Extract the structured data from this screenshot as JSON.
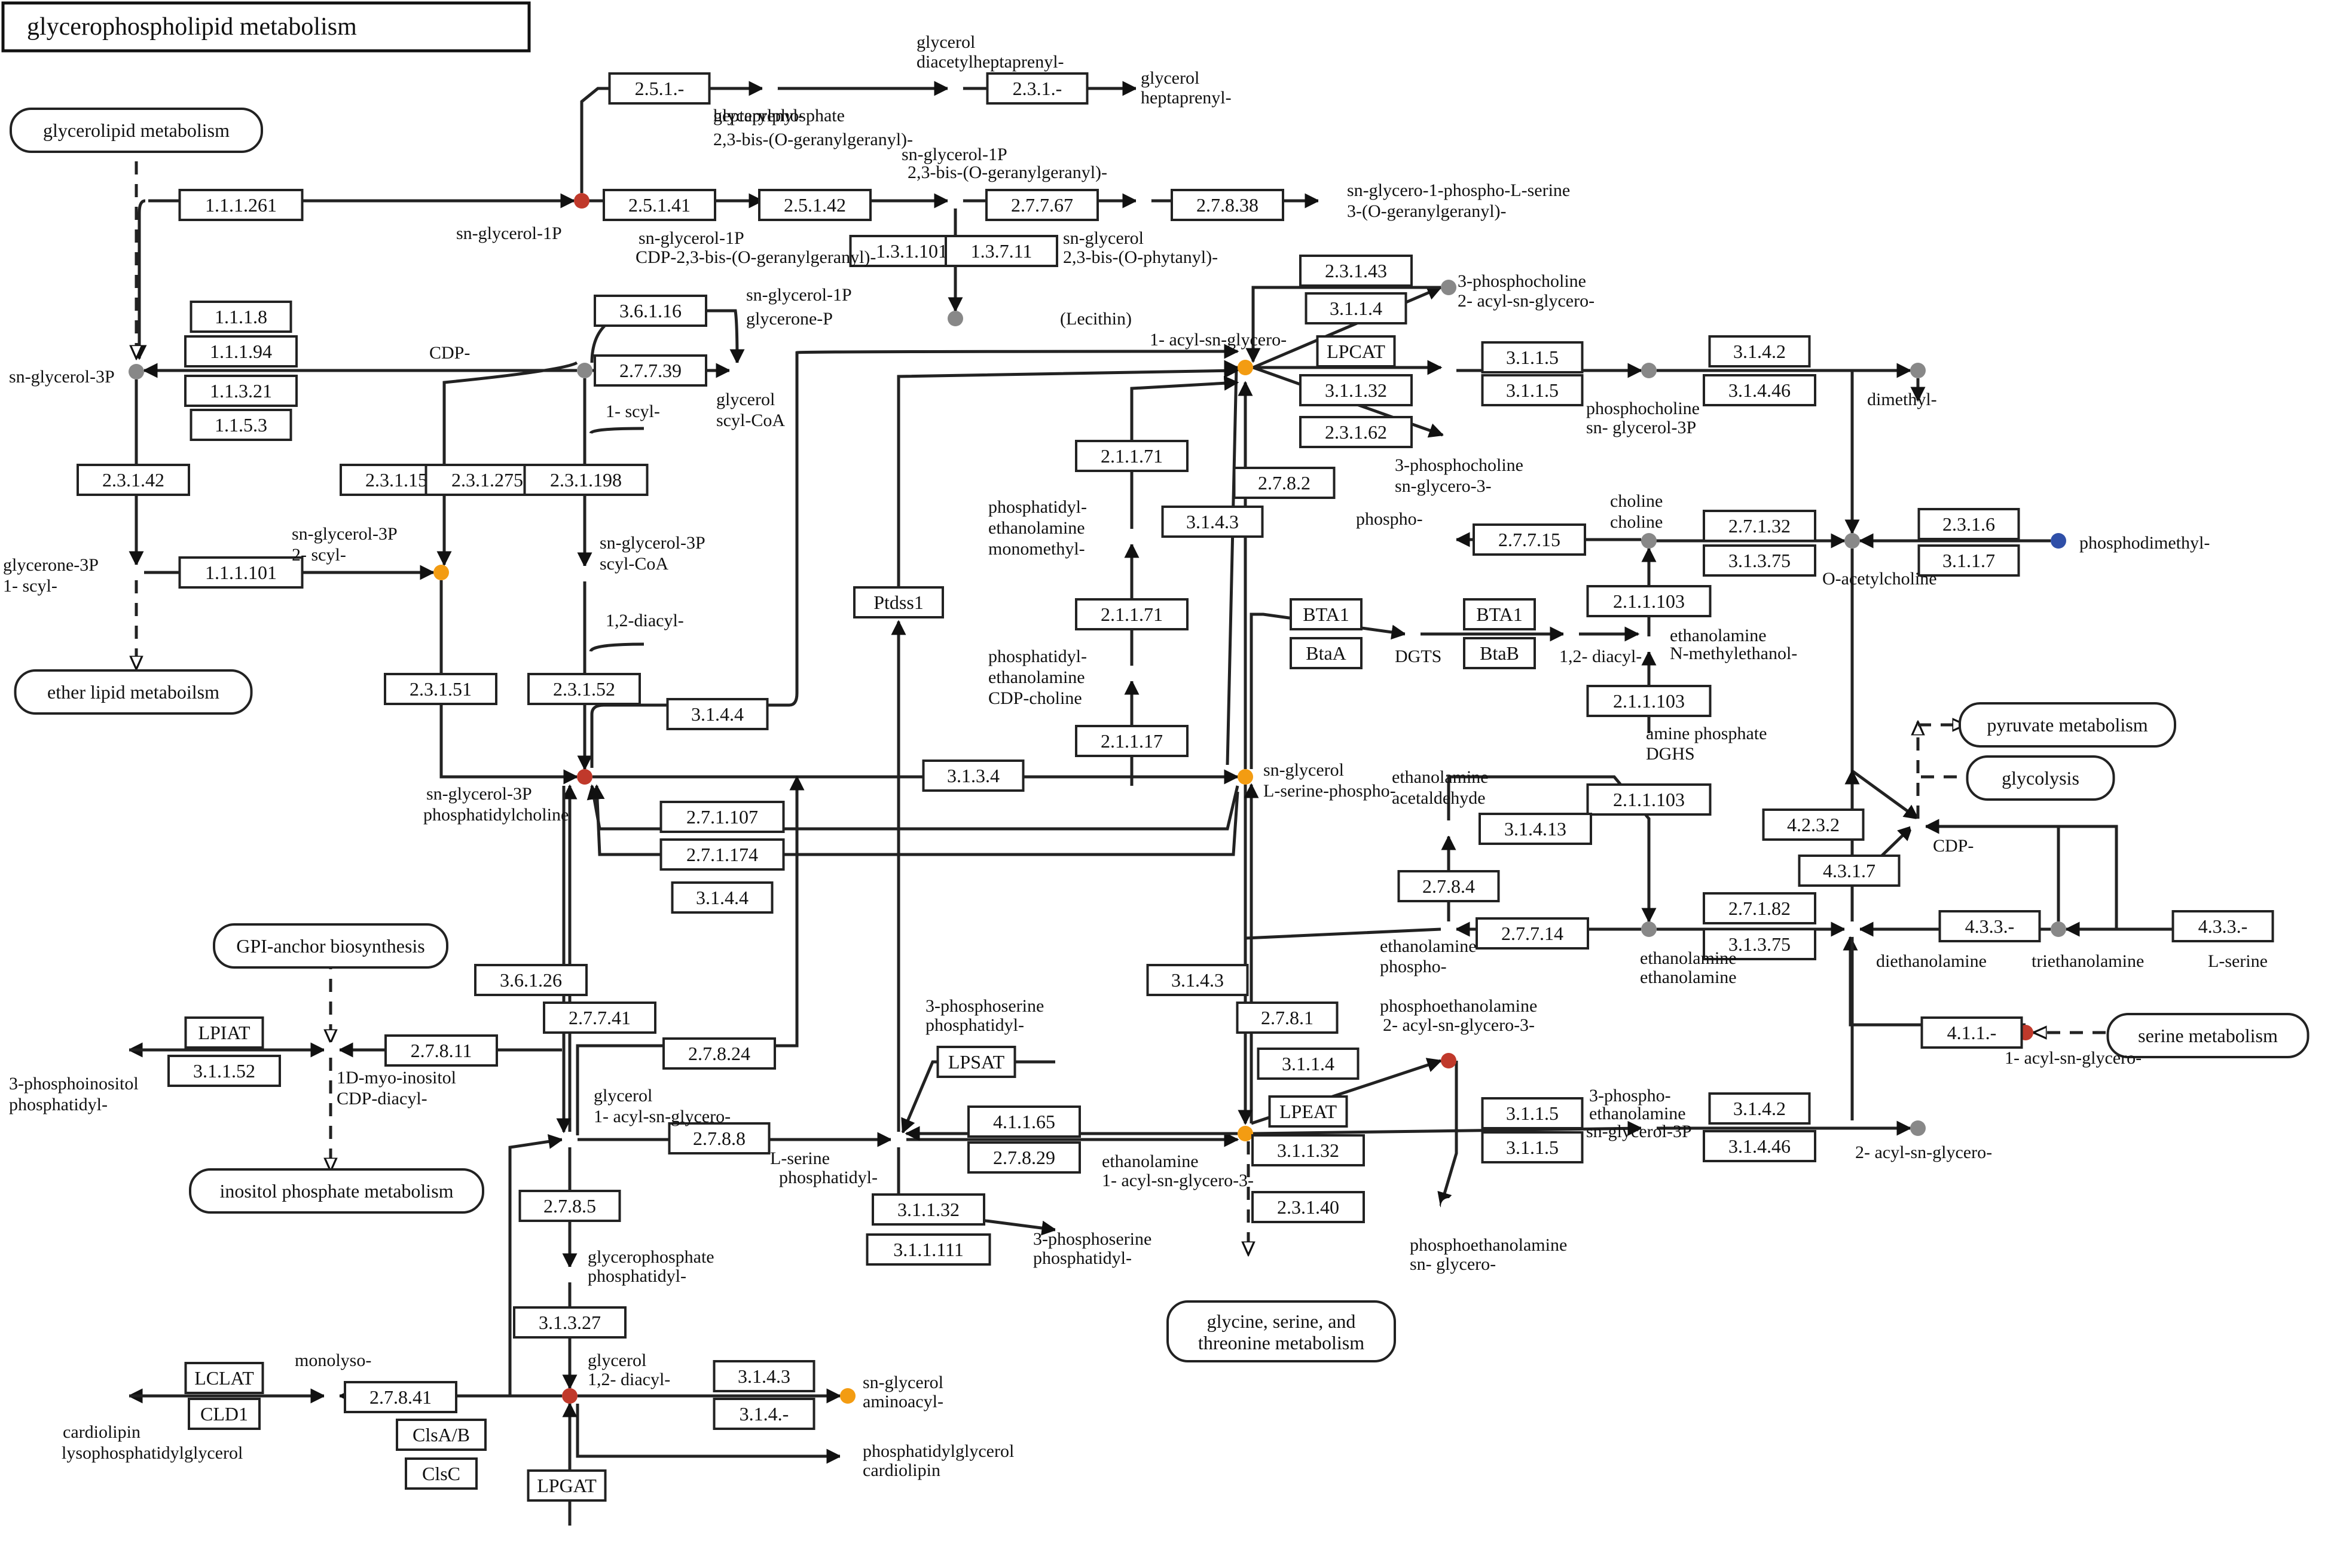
{
  "title": "glycerophospholipid metabolism",
  "colors": {
    "red": "#c0392b",
    "orange": "#f39c12",
    "gray": "#888888",
    "blue": "#2f4fa8",
    "white": "#ffffff"
  },
  "enzymes": [
    "2.5.1.-",
    "2.3.1.-",
    "1.1.1.261",
    "2.5.1.41",
    "2.5.1.42",
    "2.7.7.67",
    "2.7.8.38",
    "1.3.1.101",
    "1.3.7.11",
    "3.6.1.16",
    "1.1.1.8",
    "1.1.1.94",
    "1.1.3.21",
    "1.1.5.3",
    "2.7.7.39",
    "2.3.1.42",
    "2.3.1.15",
    "2.3.1.275",
    "2.3.1.198",
    "1.1.1.101",
    "2.3.1.51",
    "2.3.1.52",
    "3.1.4.4",
    "2.3.1.43",
    "3.1.1.4",
    "LPCAT",
    "3.1.1.32",
    "2.3.1.62",
    "3.1.1.5",
    "3.1.1.5",
    "3.1.4.2",
    "3.1.4.46",
    "2.1.1.71",
    "2.1.1.71",
    "2.1.1.17",
    "3.1.4.3",
    "2.7.8.2",
    "2.7.7.15",
    "2.7.1.32",
    "3.1.3.75",
    "2.3.1.6",
    "3.1.1.7",
    "2.1.1.103",
    "2.1.1.103",
    "2.1.1.103",
    "Ptdss1",
    "BTA1",
    "BtaA",
    "BTA1",
    "BtaB",
    "3.1.3.4",
    "2.7.1.107",
    "2.7.1.174",
    "3.1.4.4",
    "3.1.4.13",
    "2.7.8.4",
    "2.7.7.14",
    "4.2.3.2",
    "4.3.1.7",
    "2.7.1.82",
    "3.1.3.75",
    "4.3.3.-",
    "4.3.3.-",
    "LPIAT",
    "3.1.1.52",
    "2.7.8.11",
    "3.6.1.26",
    "2.7.7.41",
    "3.1.4.3",
    "2.7.8.1",
    "2.7.8.24",
    "LPSAT",
    "4.1.1.65",
    "2.7.8.29",
    "2.7.8.8",
    "3.1.1.4",
    "LPEAT",
    "3.1.1.32",
    "2.3.1.40",
    "3.1.1.5",
    "3.1.1.5",
    "3.1.4.2",
    "3.1.4.46",
    "4.1.1.-",
    "3.1.1.32",
    "3.1.1.111",
    "2.7.8.5",
    "3.1.3.27",
    "3.1.4.3",
    "3.1.4.-",
    "LCLAT",
    "CLD1",
    "2.7.8.41",
    "ClsA/B",
    "ClsC",
    "LPGAT"
  ],
  "compounds": [
    {
      "name": "sn-glycerol-1P",
      "color": "red"
    },
    {
      "name": "heptaprenylglycerylphosphate",
      "color": "white"
    },
    {
      "name": "heptaprenylglycerol",
      "color": "white"
    },
    {
      "name": "diacetylheptaprenylglycerol",
      "color": "white"
    },
    {
      "name": "3-(O-geranylgeranyl)-sn-glycerol-1P",
      "color": "gray"
    },
    {
      "name": "2,3-bis-(O-geranylgeranyl)-sn-glycerol-1P",
      "color": "white"
    },
    {
      "name": "CDP-2,3-bis-(O-geranylgeranyl)-sn-glycerol",
      "color": "white"
    },
    {
      "name": "2,3-bis-(O-geranylgeranyl)-sn-glycero-1-phospho-L-serine",
      "color": "white"
    },
    {
      "name": "2,3-bis-(O-phytanyl)-sn-glycerol-1P",
      "color": "gray"
    },
    {
      "name": "glycerone-P",
      "color": "gray"
    },
    {
      "name": "sn-glycerol-3P",
      "color": "gray"
    },
    {
      "name": "CDP-glycerol",
      "color": "white"
    },
    {
      "name": "scyl-CoA",
      "color": "white"
    },
    {
      "name": "1-acyl-glycerone-3P",
      "color": "white"
    },
    {
      "name": "1-acyl-sn-glycerol-3P",
      "color": "orange"
    },
    {
      "name": "2-acyl-sn-glycerol-3P",
      "color": "white"
    },
    {
      "name": "acyl-CoA",
      "color": "white"
    },
    {
      "name": "1,2-diacyl-sn-glycerol-3P",
      "color": "red"
    },
    {
      "name": "phosphatidylcholine",
      "color": "orange"
    },
    {
      "name": "1-acyl-sn-glycero-3-phosphocholine",
      "color": "gray"
    },
    {
      "name": "2-acyl-sn-glycero-3-phosphocholine",
      "color": "white"
    },
    {
      "name": "sn-glycero-3-phosphocholine",
      "color": "gray"
    },
    {
      "name": "sn-glycerol-3P (right)",
      "color": "gray"
    },
    {
      "name": "dimethyl-phosphatidylethanolamine",
      "color": "white"
    },
    {
      "name": "monomethyl-phosphatidylethanolamine",
      "color": "white"
    },
    {
      "name": "CDP-choline",
      "color": "white"
    },
    {
      "name": "phosphocholine",
      "color": "gray"
    },
    {
      "name": "choline",
      "color": "gray"
    },
    {
      "name": "O-acetylcholine",
      "color": "blue"
    },
    {
      "name": "phosphodimethylethanolamine",
      "color": "white"
    },
    {
      "name": "N-methylethanolamine phosphate",
      "color": "white"
    },
    {
      "name": "DGHS",
      "color": "white"
    },
    {
      "name": "DGTS",
      "color": "white"
    },
    {
      "name": "1,2-diacyl-sn-glycerol",
      "color": "orange"
    },
    {
      "name": "L-serine-phosphoethanolamine",
      "color": "white"
    },
    {
      "name": "acetaldehyde",
      "color": "white"
    },
    {
      "name": "CDP-ethanolamine",
      "color": "white"
    },
    {
      "name": "phosphoethanolamine",
      "color": "gray"
    },
    {
      "name": "ethanolamine",
      "color": "white"
    },
    {
      "name": "diethanolamine",
      "color": "gray"
    },
    {
      "name": "triethanolamine",
      "color": "white"
    },
    {
      "name": "L-serine",
      "color": "red"
    },
    {
      "name": "1-acyl-sn-glycero-3-phosphoinositol",
      "color": "white"
    },
    {
      "name": "phosphatidyl-1D-myo-inositol",
      "color": "white"
    },
    {
      "name": "CDP-diacylglycerol",
      "color": "white"
    },
    {
      "name": "1-acyl-sn-glycero-3-phosphoserine",
      "color": "white"
    },
    {
      "name": "phosphatidyl-L-serine",
      "color": "white"
    },
    {
      "name": "phosphatidylethanolamine",
      "color": "orange"
    },
    {
      "name": "1-acyl-sn-glycero-3-phosphoethanolamine",
      "color": "red"
    },
    {
      "name": "2-acyl-sn-glycero-3-phosphoethanolamine",
      "color": "white"
    },
    {
      "name": "sn-glycero-3-phosphoethanolamine",
      "color": "white"
    },
    {
      "name": "sn-glycerol-3P (lower)",
      "color": "gray"
    },
    {
      "name": "2-acyl-sn-glycero-3-phosphoserine",
      "color": "white"
    },
    {
      "name": "phosphatidylglycerophosphate",
      "color": "white"
    },
    {
      "name": "phosphatidylglycerol",
      "color": "red"
    },
    {
      "name": "1,2-diacyl-sn-glycerol (lower)",
      "color": "orange"
    },
    {
      "name": "aminoacyl-phosphatidylglycerol",
      "color": "white"
    },
    {
      "name": "cardiolipin",
      "color": "white"
    },
    {
      "name": "monolysocardiolipin",
      "color": "white"
    },
    {
      "name": "lysophosphatidylglycerol",
      "color": "white"
    }
  ],
  "labels": [
    "sn-glycerol-1P",
    "heptaprenyl-",
    "glycerol",
    "diacetylheptaprenyl-",
    "glycerol",
    "heptaprenyl-",
    "glycerylphosphate",
    "2,3-bis-(O-geranylgeranyl)-",
    "sn-glycerol-1P",
    "2,3-bis-(O-geranylgeranyl)-",
    "sn-glycero-1-phospho-L-serine",
    "3-(O-geranylgeranyl)-",
    "sn-glycerol-1P",
    "CDP-2,3-bis-(O-geranylgeranyl)-",
    "sn-glycerol",
    "2,3-bis-(O-phytanyl)-",
    "sn-glycerol-1P",
    "glycerone-P",
    "sn-glycerol-3P",
    "CDP-",
    "glycerol",
    "scyl-CoA",
    "1- scyl-",
    "glycerone-3P",
    "1- scyl-",
    "sn-glycerol-3P",
    "2- scyl-",
    "sn-glycerol-3P",
    "scyl-CoA",
    "1,2-diacyl-",
    "sn-glycerol-3P",
    "phosphatidylcholine",
    "(Lecithin)",
    "1- acyl-sn-glycero-",
    "3-phosphocholine",
    "2- acyl-sn-glycero-",
    "3-phosphocholine",
    "sn-glycero-3-",
    "phosphocholine",
    "sn- glycerol-3P",
    "dimethyl-",
    "phosphatidyl-",
    "ethanolamine",
    "monomethyl-",
    "phosphatidyl-",
    "ethanolamine",
    "CDP-choline",
    "phospho-",
    "choline",
    "choline",
    "O-acetylcholine",
    "phosphodimethyl-",
    "ethanolamine",
    "N-methylethanol-",
    "amine phosphate",
    "DGHS",
    "DGTS",
    "1,2- diacyl-",
    "sn-glycerol",
    "L-serine-phospho-",
    "ethanolamine",
    "acetaldehyde",
    "CDP-",
    "ethanolamine",
    "phospho-",
    "ethanolamine",
    "ethanolamine",
    "diethanolamine",
    "triethanolamine",
    "L-serine",
    "1- acyl-sn-glycero-",
    "3-phosphoinositol",
    "phosphatidyl-",
    "1D-myo-inositol",
    "CDP-diacyl-",
    "glycerol",
    "1- acyl-sn-glycero-",
    "3-phosphoserine",
    "phosphatidyl-",
    "L-serine",
    "phosphatidyl-",
    "ethanolamine",
    "1- acyl-sn-glycero-3-",
    "phosphoethanolamine",
    "2- acyl-sn-glycero-3-",
    "phosphoethanolamine",
    "sn- glycero-",
    "3-phospho-",
    "ethanolamine",
    "sn-glycerol-3P",
    "2- acyl-sn-glycero-",
    "3-phosphoserine",
    "phosphatidyl-",
    "glycerophosphate",
    "phosphatidyl-",
    "glycerol",
    "1,2- diacyl-",
    "sn-glycerol",
    "aminoacyl-",
    "phosphatidylglycerol",
    "cardiolipin",
    "monolyso-",
    "cardiolipin",
    "lysophosphatidylglycerol"
  ],
  "maps": [
    "glycerolipid metabolism",
    "ether lipid metaboilsm",
    "GPI-anchor biosynthesis",
    "inositol phosphate metabolism",
    "pyruvate metabolism",
    "glycolysis",
    "serine metabolism",
    "glycine, serine, and threonine metabolism"
  ]
}
